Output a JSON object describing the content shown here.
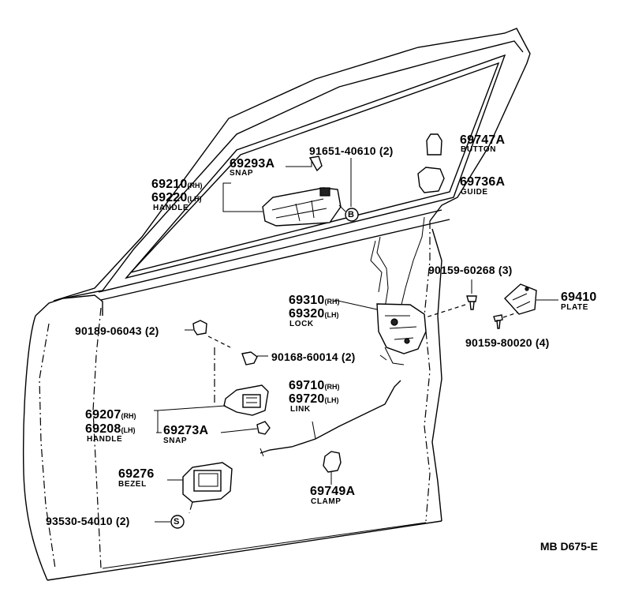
{
  "diagram_code": "MB D675-E",
  "parts": {
    "handle_outer": {
      "rh": "69210",
      "rh_suffix": "(RH)",
      "lh": "69220",
      "lh_suffix": "(LH)",
      "name": "HANDLE"
    },
    "snap_outer": {
      "number": "69293A",
      "name": "SNAP"
    },
    "screw_outer": {
      "number": "91651-40610",
      "qty": "(2)"
    },
    "button": {
      "number": "69747A",
      "name": "BUTTON"
    },
    "guide": {
      "number": "69736A",
      "name": "GUIDE"
    },
    "lock": {
      "rh": "69310",
      "rh_suffix": "(RH)",
      "lh": "69320",
      "lh_suffix": "(LH)",
      "name": "LOCK"
    },
    "screw_lock": {
      "number": "90159-60268",
      "qty": "(3)"
    },
    "plate": {
      "number": "69410",
      "name": "PLATE"
    },
    "screw_plate": {
      "number": "90159-80020",
      "qty": "(4)"
    },
    "clip_inner": {
      "number": "90189-06043",
      "qty": "(2)"
    },
    "screw_inner": {
      "number": "90168-60014",
      "qty": "(2)"
    },
    "link": {
      "rh": "69710",
      "rh_suffix": "(RH)",
      "lh": "69720",
      "lh_suffix": "(LH)",
      "name": "LINK"
    },
    "handle_inner": {
      "rh": "69207",
      "rh_suffix": "(RH)",
      "lh": "69208",
      "lh_suffix": "(LH)",
      "name": "HANDLE"
    },
    "snap_inner": {
      "number": "69273A",
      "name": "SNAP"
    },
    "bezel": {
      "number": "69276",
      "name": "BEZEL"
    },
    "clamp": {
      "number": "69749A",
      "name": "CLAMP"
    },
    "screw_bezel": {
      "number": "93530-54010",
      "qty": "(2)"
    }
  },
  "callouts": {
    "b_marker": "B",
    "s_marker": "S"
  }
}
